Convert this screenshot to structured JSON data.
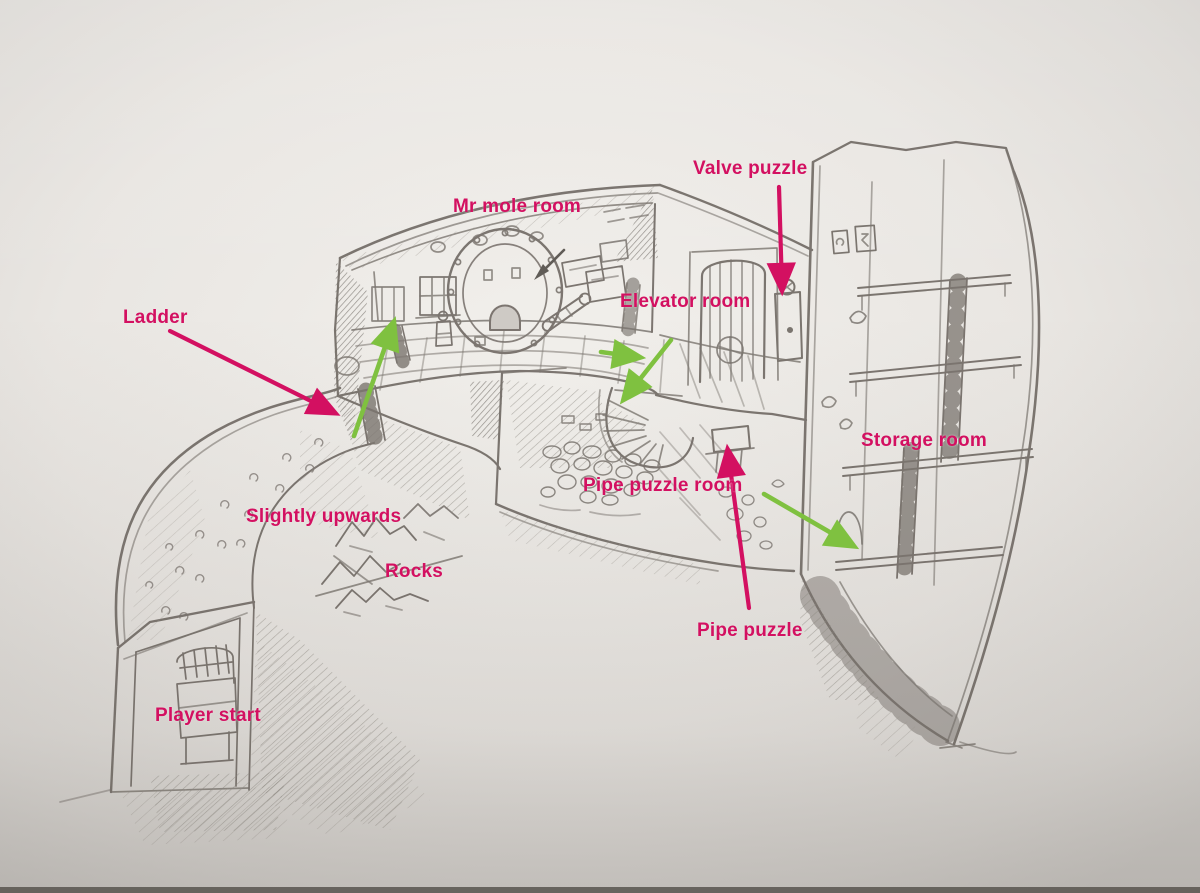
{
  "drawing": {
    "type": "hand-drawn level design sketch",
    "labels": {
      "valve_puzzle": "Valve puzzle",
      "mr_mole_room": "Mr mole room",
      "elevator_room": "Elevator room",
      "ladder": "Ladder",
      "storage_room": "Storage room",
      "slightly_upwards": "Slightly upwards",
      "rocks": "Rocks",
      "pipe_puzzle_room": "Pipe puzzle room",
      "pipe_puzzle": "Pipe puzzle",
      "player_start": "Player start"
    },
    "colors": {
      "label_text": "#d31061",
      "annotation_arrow_pink": "#d31061",
      "annotation_arrow_green": "#7fc140",
      "pencil": "#6b655f",
      "paper": "#e9e6e2"
    }
  }
}
